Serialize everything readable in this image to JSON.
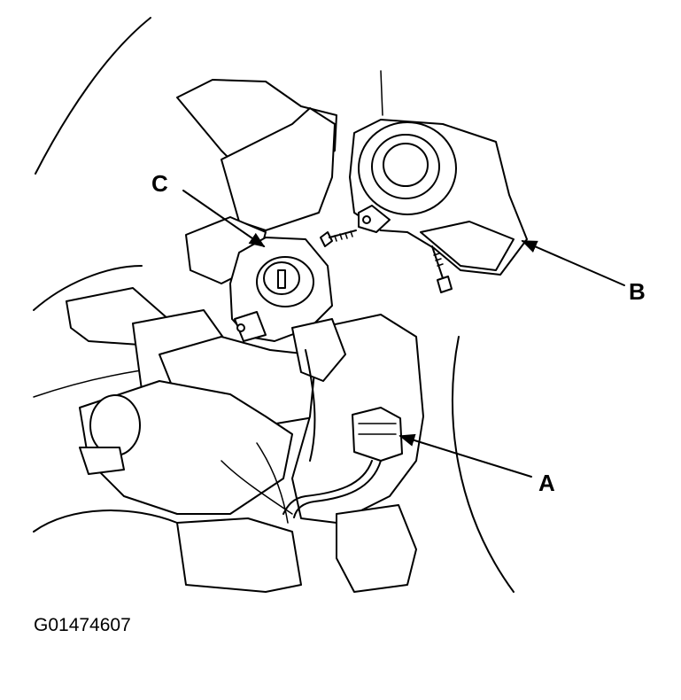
{
  "callouts": {
    "a": "A",
    "b": "B",
    "c": "C"
  },
  "figure_id": "G01474607"
}
